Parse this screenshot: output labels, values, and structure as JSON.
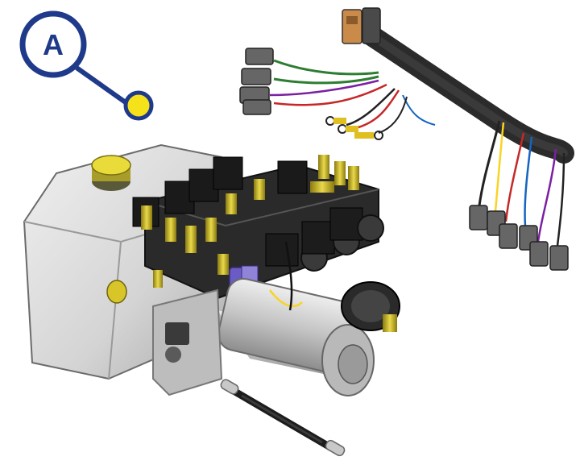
{
  "callout": {
    "letter": "A",
    "ring_color": "#1f3a8a",
    "dot_color": "#f5e21a"
  },
  "parts": [
    {
      "name": "wiring-harness",
      "color": "#2b2b2b"
    },
    {
      "name": "hydraulic-reservoir-tank",
      "color": "#d8d8d8"
    },
    {
      "name": "valve-manifold",
      "color": "#1a1a1a"
    },
    {
      "name": "electric-motor",
      "color": "#c9c9c9"
    },
    {
      "name": "motor-cable",
      "color": "#1c1c1c"
    }
  ]
}
